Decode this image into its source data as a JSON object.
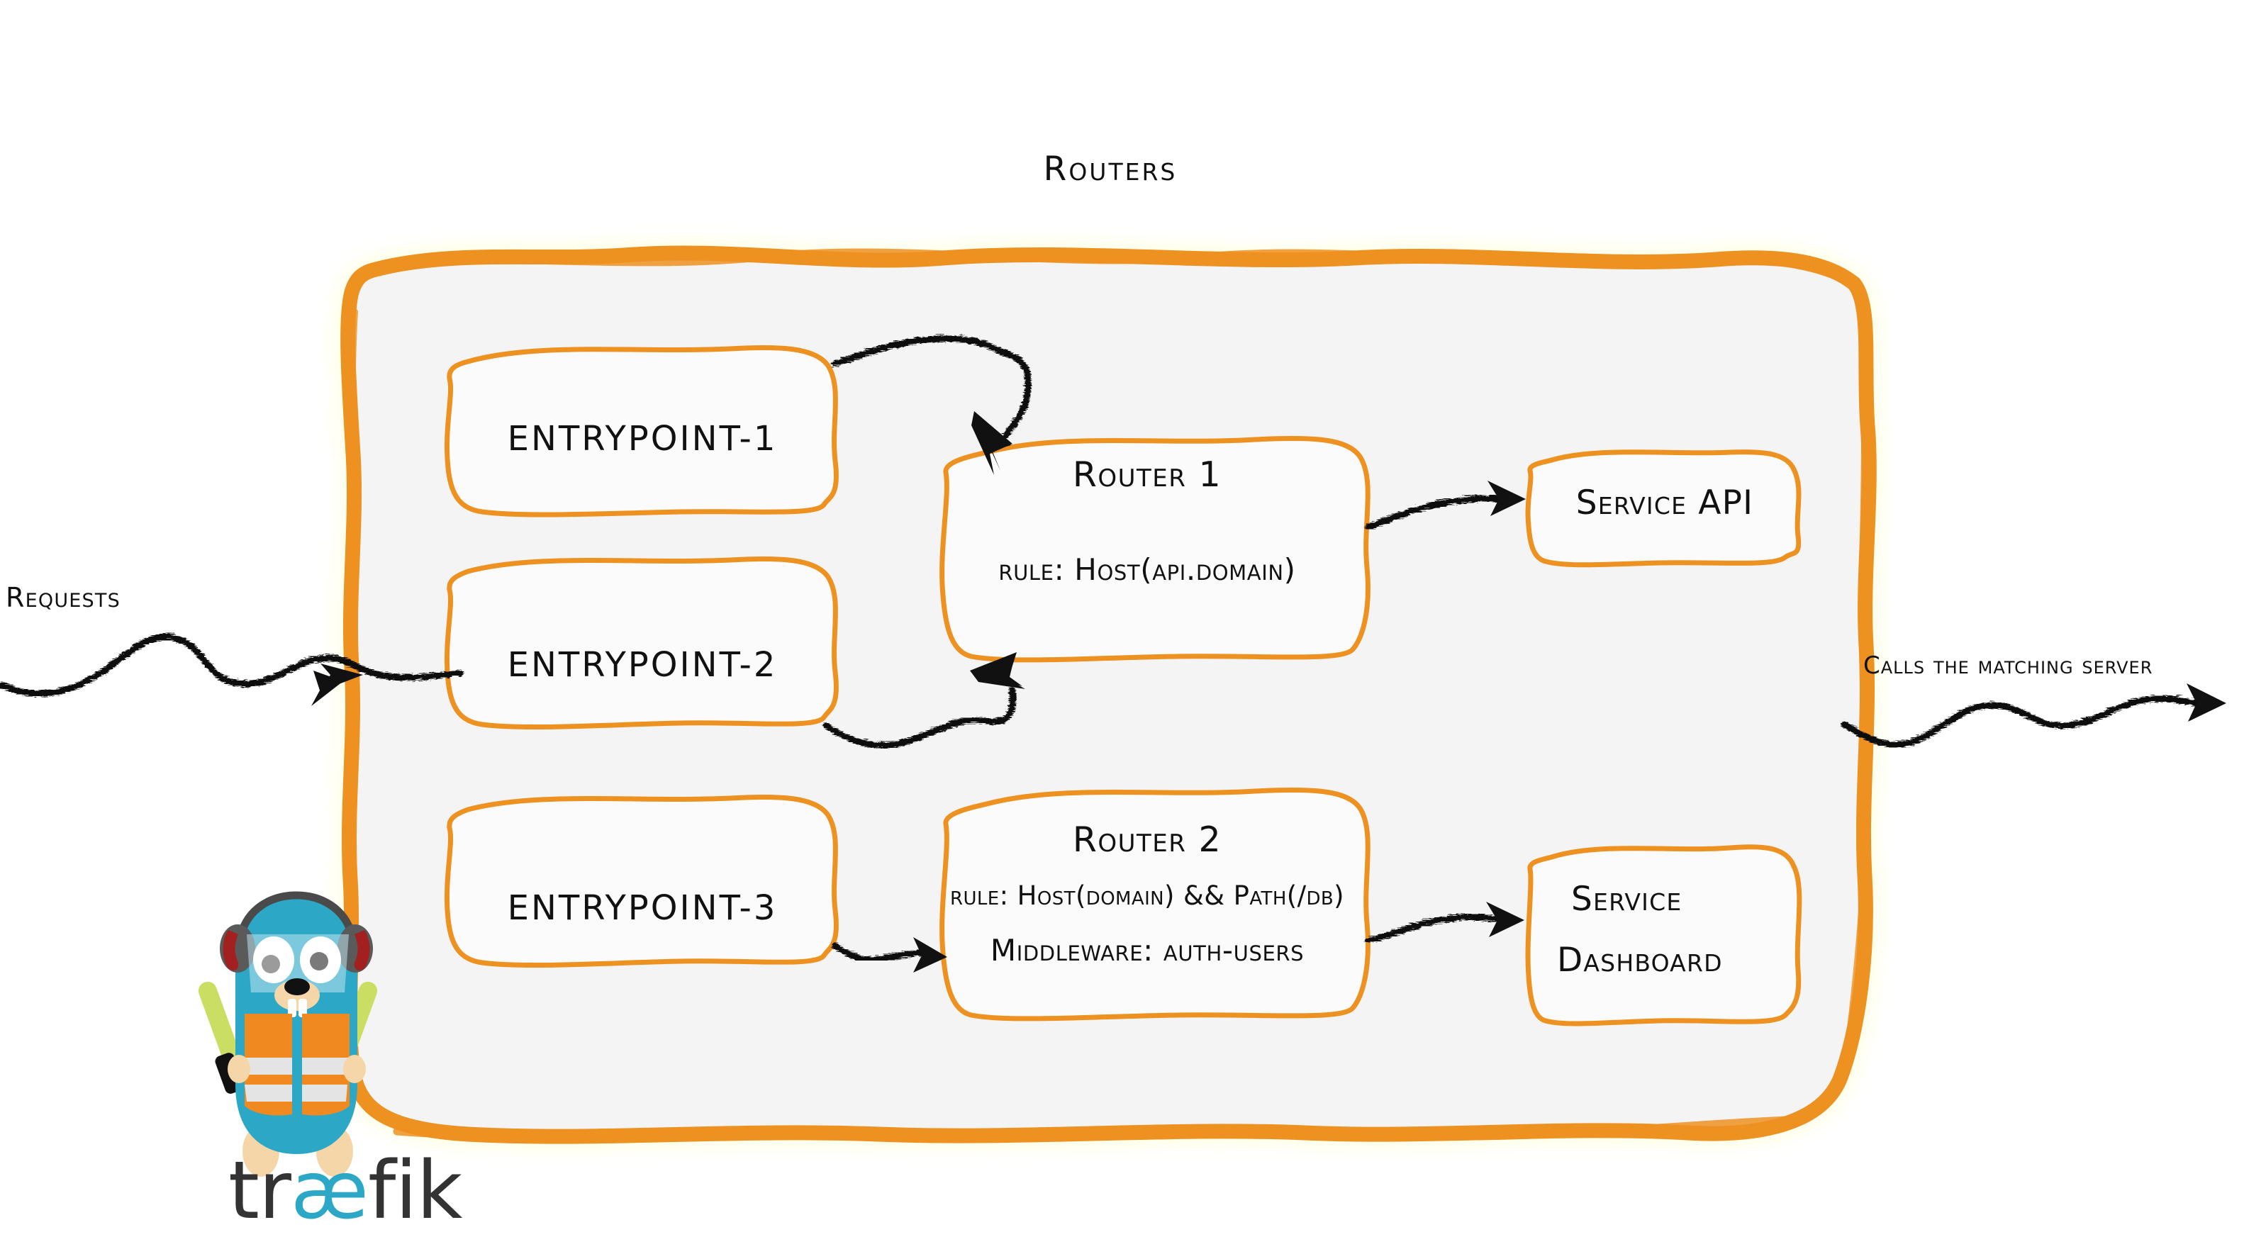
{
  "diagram": {
    "title": "Routers",
    "brand_color": "#ED9121",
    "panel_fill": "#F4F4F4",
    "ink_color": "#111111"
  },
  "entrypoints": [
    {
      "label": "entrypoint-1"
    },
    {
      "label": "entrypoint-2"
    },
    {
      "label": "entrypoint-3"
    }
  ],
  "routers": [
    {
      "name": "Router 1",
      "lines": [
        "rule: Host(api.domain)"
      ]
    },
    {
      "name": "Router 2",
      "lines": [
        "rule: Host(domain) && Path(/db)",
        "Middleware: auth-users"
      ]
    }
  ],
  "services": [
    {
      "lines": [
        "Service API"
      ]
    },
    {
      "lines": [
        "Service",
        "Dashboard"
      ]
    }
  ],
  "annotations": {
    "requests": "Requests",
    "calls": "Calls the matching server"
  },
  "logo": {
    "wordmark_pre": "tr",
    "wordmark_ae": "æ",
    "wordmark_post": "fik",
    "body_color": "#2CA8C6",
    "vest_color": "#F08A20",
    "wand_color": "#C9DE63",
    "headphone_color": "#5A5A5A",
    "headphone_accent": "#A32020",
    "stripe_color": "#E4E4E4",
    "foot_color": "#F5D6A8"
  }
}
